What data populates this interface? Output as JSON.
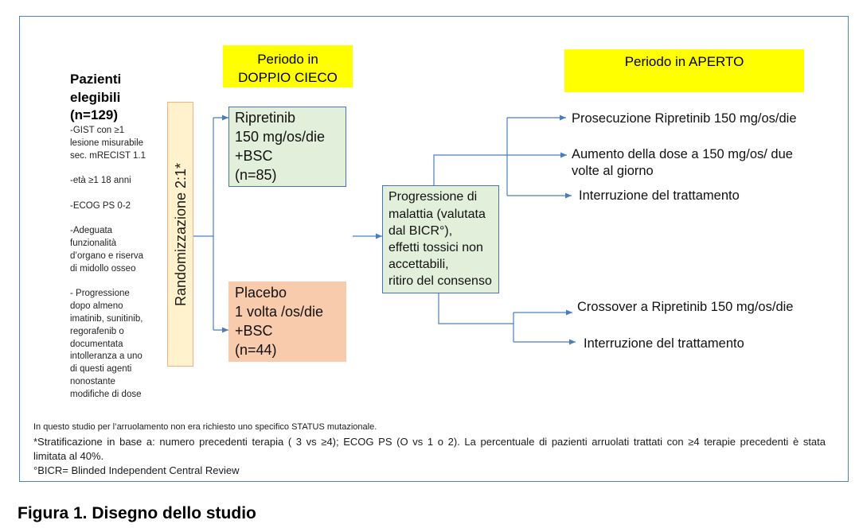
{
  "diagram": {
    "eligibility": {
      "title_lines": [
        "Pazienti",
        "elegibili",
        "(n=129)"
      ],
      "criteria": [
        [
          "-GIST con ≥1",
          "lesione misurabile",
          "sec. mRECIST 1.1"
        ],
        [
          "-età ≥1 18 anni"
        ],
        [
          "-ECOG PS 0-2"
        ],
        [
          "-Adeguata",
          "funzionalità",
          "d’organo e riserva",
          "di midollo osseo"
        ],
        [
          "- Progressione",
          "dopo almeno",
          "imatinib, sunitinib,",
          "regorafenib o",
          "documentata",
          "intolleranza a uno",
          "di questi agenti",
          "nonostante",
          "modifiche di dose"
        ]
      ]
    },
    "randomization": {
      "label": "Randomizzazione 2:1*"
    },
    "double_blind_period": {
      "lines": [
        "Periodo in",
        "DOPPIO CIECO"
      ]
    },
    "arms": {
      "ripretinib": {
        "lines": [
          "Ripretinib",
          "150 mg/os/die",
          "+BSC",
          "(n=85)"
        ]
      },
      "placebo": {
        "lines": [
          "Placebo",
          "1 volta /os/die",
          "+BSC",
          "(n=44)"
        ]
      }
    },
    "progression": {
      "lines": [
        "Progressione di",
        "malattia (valutata",
        "dal BICR°),",
        "effetti tossici non",
        "accettabili,",
        "ritiro del consenso"
      ]
    },
    "open_label_period": {
      "label": "Periodo in APERTO"
    },
    "upper_branch": [
      {
        "lines": [
          "Prosecuzione Ripretinib 150 mg/os/die"
        ]
      },
      {
        "lines": [
          "Aumento della dose a 150 mg/os/ due",
          "volte al giorno"
        ]
      },
      {
        "lines": [
          "Interruzione del trattamento"
        ]
      }
    ],
    "lower_branch": [
      {
        "lines": [
          "Crossover a Ripretinib 150 mg/os/die"
        ]
      },
      {
        "lines": [
          "Interruzione del trattamento"
        ]
      }
    ]
  },
  "footnotes": {
    "mutation_status": "In questo studio per l’arruolamento non era richiesto uno specifico STATUS mutazionale.",
    "stratification": [
      "*Stratificazione in base a: numero precedenti terapia ( 3 vs ≥4); ECOG PS (O vs 1 o 2). La percentuale di pazienti arruolati trattati con ≥4 terapie precedenti è stata",
      "limitata al 40%."
    ],
    "bicr": "°BICR= Blinded Independent Central Review"
  },
  "caption": "Figura 1. Disegno dello studio",
  "colors": {
    "frame_border": "#4f81bd",
    "connector": "#4a7ebb",
    "period_highlight": "#ffff00",
    "randomization_fill": "#fff2cc",
    "randomization_border": "#f4b183",
    "green_box_fill": "#e2efda",
    "blue_box_border": "#4472c4",
    "placebo_fill": "#f8cbad"
  }
}
